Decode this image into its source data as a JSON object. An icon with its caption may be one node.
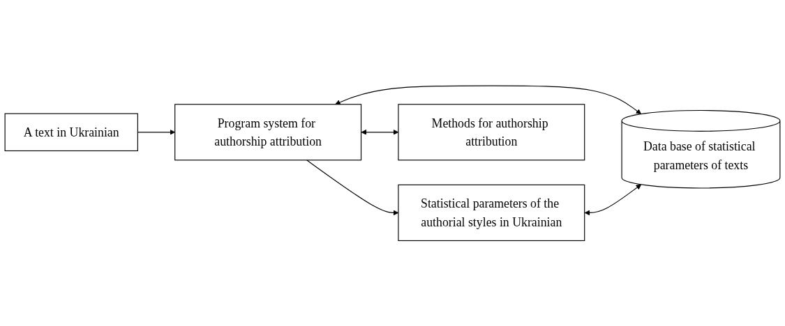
{
  "diagram": {
    "nodes": [
      {
        "text": [
          "Data base of statistical parameters of texts"
        ]
      },
      {
        "text": [
          "A text in Ukrainian"
        ]
      },
      {
        "text": [
          "Program system for authorship attribution"
        ]
      },
      {
        "text": [
          "Statistical parameters of the authorial styles in Ukrainian"
        ]
      },
      {
        "text": [
          "Methods for authorship attribution"
        ]
      }
    ],
    "edges": [
      {
        "from": 1,
        "to": 2,
        "arrow": "to"
      },
      {
        "from": 2,
        "to": 3,
        "arrow": "to"
      },
      {
        "from": 2,
        "to": 0,
        "arrow": "both"
      },
      {
        "from": 3,
        "to": 0,
        "arrow": "both"
      },
      {
        "from": 2,
        "to": 4,
        "arrow": "both"
      }
    ]
  }
}
